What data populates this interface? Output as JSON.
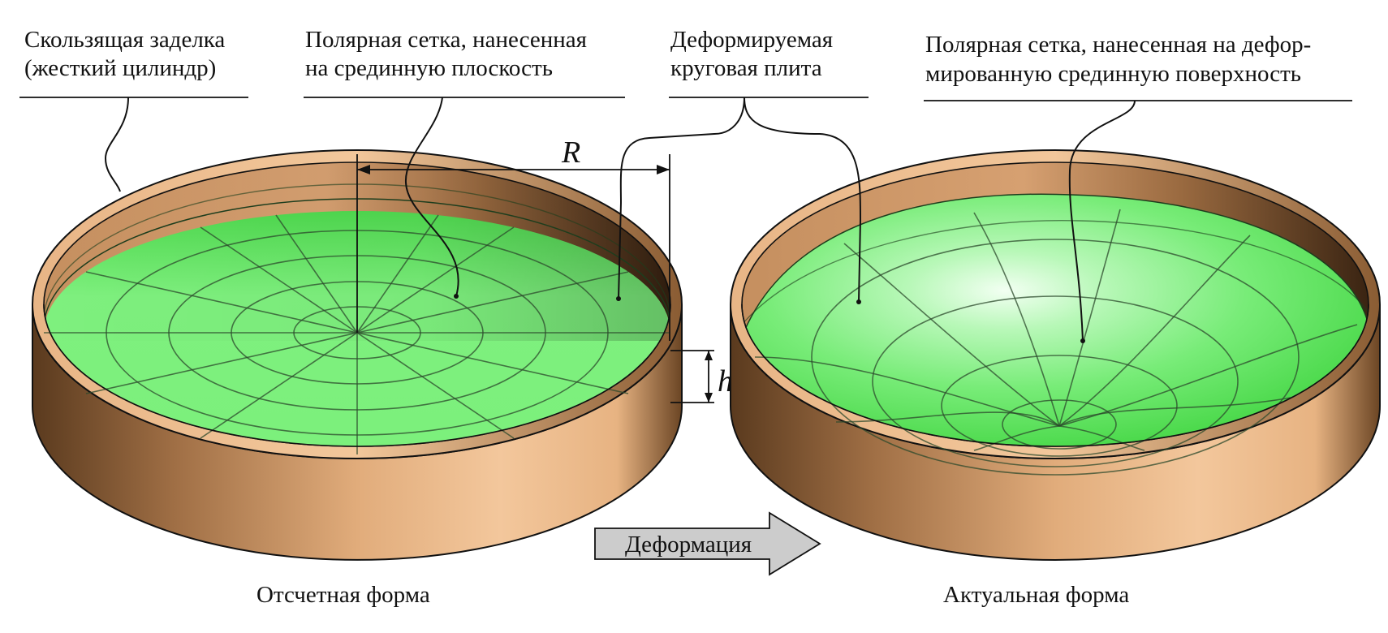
{
  "labels": {
    "clamp": [
      "Скользящая заделка",
      "(жесткий цилиндр)"
    ],
    "polar_grid_flat": [
      "Полярная сетка, нанесенная",
      "на срединную плоскость"
    ],
    "deformable_plate": [
      "Деформируемая",
      "круговая плита"
    ],
    "polar_grid_deformed": [
      "Полярная сетка, нанесенная на дефор-",
      "мированную срединную поверхность"
    ],
    "reference_shape": "Отсчетная форма",
    "actual_shape": "Актуальная форма",
    "arrow": "Деформация",
    "radius_symbol": "R",
    "thickness_symbol": "h"
  },
  "colors": {
    "plate_green": "#7ef07e",
    "plate_green_dark": "#3fcc3f",
    "cylinder_light": "#f0c294",
    "cylinder_dark": "#4a2f17",
    "arrow_fill": "#cccccc"
  }
}
